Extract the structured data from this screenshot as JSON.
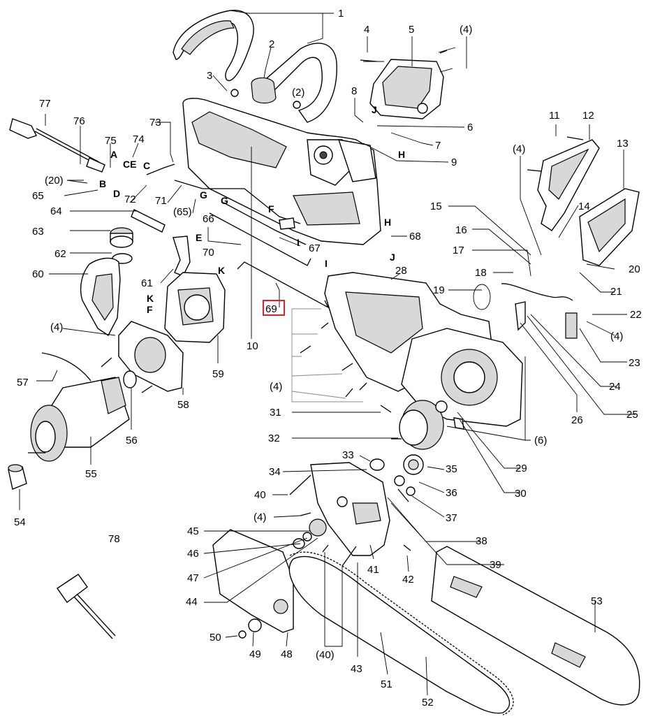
{
  "diagram": {
    "highlighted_label": "69",
    "accent_color": "#d6262a",
    "labels": [
      {
        "id": "p1",
        "text": "1"
      },
      {
        "id": "p2",
        "text": "2"
      },
      {
        "id": "p2b",
        "text": "(2)"
      },
      {
        "id": "p3",
        "text": "3"
      },
      {
        "id": "p4",
        "text": "4"
      },
      {
        "id": "p4b",
        "text": "(4)"
      },
      {
        "id": "p5",
        "text": "5"
      },
      {
        "id": "p6",
        "text": "6"
      },
      {
        "id": "p7",
        "text": "7"
      },
      {
        "id": "p8",
        "text": "8"
      },
      {
        "id": "p9",
        "text": "9"
      },
      {
        "id": "p10",
        "text": "10"
      },
      {
        "id": "p11",
        "text": "11"
      },
      {
        "id": "p12",
        "text": "12"
      },
      {
        "id": "p13",
        "text": "13"
      },
      {
        "id": "p14",
        "text": "14"
      },
      {
        "id": "p4c",
        "text": "(4)"
      },
      {
        "id": "p15",
        "text": "15"
      },
      {
        "id": "p16",
        "text": "16"
      },
      {
        "id": "p17",
        "text": "17"
      },
      {
        "id": "p18",
        "text": "18"
      },
      {
        "id": "p19",
        "text": "19"
      },
      {
        "id": "p20",
        "text": "20"
      },
      {
        "id": "p21",
        "text": "21"
      },
      {
        "id": "p22",
        "text": "22"
      },
      {
        "id": "p4d",
        "text": "(4)"
      },
      {
        "id": "p23",
        "text": "23"
      },
      {
        "id": "p24",
        "text": "24"
      },
      {
        "id": "p25",
        "text": "25"
      },
      {
        "id": "p26",
        "text": "26"
      },
      {
        "id": "p6b",
        "text": "(6)"
      },
      {
        "id": "p28",
        "text": "28"
      },
      {
        "id": "p29",
        "text": "29"
      },
      {
        "id": "p30",
        "text": "30"
      },
      {
        "id": "p31",
        "text": "31"
      },
      {
        "id": "p32",
        "text": "32"
      },
      {
        "id": "p33",
        "text": "33"
      },
      {
        "id": "p34",
        "text": "34"
      },
      {
        "id": "p35",
        "text": "35"
      },
      {
        "id": "p36",
        "text": "36"
      },
      {
        "id": "p37",
        "text": "37"
      },
      {
        "id": "p38",
        "text": "38"
      },
      {
        "id": "p39",
        "text": "39"
      },
      {
        "id": "p40",
        "text": "40"
      },
      {
        "id": "p4e",
        "text": "(4)"
      },
      {
        "id": "p41",
        "text": "41"
      },
      {
        "id": "p42",
        "text": "42"
      },
      {
        "id": "p43",
        "text": "43"
      },
      {
        "id": "p44",
        "text": "44"
      },
      {
        "id": "p45",
        "text": "45"
      },
      {
        "id": "p46",
        "text": "46"
      },
      {
        "id": "p47",
        "text": "47"
      },
      {
        "id": "p48",
        "text": "48"
      },
      {
        "id": "p49",
        "text": "49"
      },
      {
        "id": "p50",
        "text": "50"
      },
      {
        "id": "p40b",
        "text": "(40)"
      },
      {
        "id": "p51",
        "text": "51"
      },
      {
        "id": "p52",
        "text": "52"
      },
      {
        "id": "p53",
        "text": "53"
      },
      {
        "id": "p54",
        "text": "54"
      },
      {
        "id": "p55",
        "text": "55"
      },
      {
        "id": "p56",
        "text": "56"
      },
      {
        "id": "p57",
        "text": "57"
      },
      {
        "id": "p58",
        "text": "58"
      },
      {
        "id": "p59",
        "text": "59"
      },
      {
        "id": "p60",
        "text": "60"
      },
      {
        "id": "p61",
        "text": "61"
      },
      {
        "id": "p62",
        "text": "62"
      },
      {
        "id": "p63",
        "text": "63"
      },
      {
        "id": "p64",
        "text": "64"
      },
      {
        "id": "p65",
        "text": "65"
      },
      {
        "id": "p65b",
        "text": "(65)"
      },
      {
        "id": "p66",
        "text": "66"
      },
      {
        "id": "p67",
        "text": "67"
      },
      {
        "id": "p68",
        "text": "68"
      },
      {
        "id": "p69",
        "text": "69"
      },
      {
        "id": "p70",
        "text": "70"
      },
      {
        "id": "p71",
        "text": "71"
      },
      {
        "id": "p72",
        "text": "72"
      },
      {
        "id": "p73",
        "text": "73"
      },
      {
        "id": "p74",
        "text": "74"
      },
      {
        "id": "p75",
        "text": "75"
      },
      {
        "id": "p76",
        "text": "76"
      },
      {
        "id": "p77",
        "text": "77"
      },
      {
        "id": "p78",
        "text": "78"
      },
      {
        "id": "p20b",
        "text": "(20)"
      },
      {
        "id": "p4f",
        "text": "(4)"
      },
      {
        "id": "p4g",
        "text": "(4)"
      }
    ],
    "connector_letters": [
      {
        "id": "lA",
        "text": "A"
      },
      {
        "id": "lB",
        "text": "B"
      },
      {
        "id": "lCE",
        "text": "CE"
      },
      {
        "id": "lC",
        "text": "C"
      },
      {
        "id": "lD",
        "text": "D"
      },
      {
        "id": "lE",
        "text": "E"
      },
      {
        "id": "lF",
        "text": "F"
      },
      {
        "id": "lF2",
        "text": "F"
      },
      {
        "id": "lG",
        "text": "G"
      },
      {
        "id": "lG2",
        "text": "G"
      },
      {
        "id": "lH",
        "text": "H"
      },
      {
        "id": "lH2",
        "text": "H"
      },
      {
        "id": "lI",
        "text": "I"
      },
      {
        "id": "lI2",
        "text": "I"
      },
      {
        "id": "lJ",
        "text": "J"
      },
      {
        "id": "lJ2",
        "text": "J"
      },
      {
        "id": "lK",
        "text": "K"
      },
      {
        "id": "lK2",
        "text": "K"
      }
    ]
  }
}
